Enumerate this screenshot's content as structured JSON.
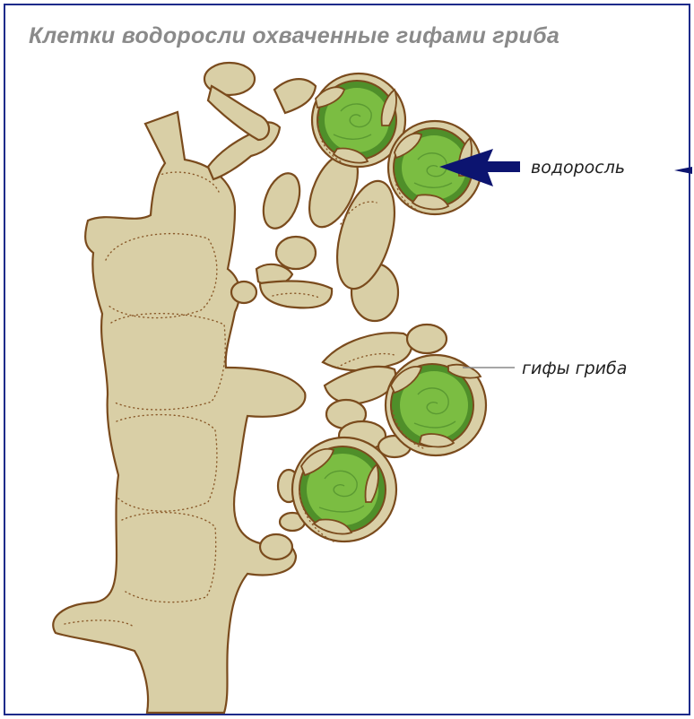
{
  "title": "Клетки водоросли охваченные гифами гриба",
  "labels": {
    "alga": "водоросль",
    "hyphae": "гифы гриба"
  },
  "colors": {
    "frame": "#1b2a8a",
    "hypha_fill": "#d9cfa6",
    "hypha_outline": "#7a4b1d",
    "alga_light": "#7bbd42",
    "alga_dark": "#4f8f2a",
    "arrow": "#0c1470",
    "title": "#8a8a8a"
  }
}
